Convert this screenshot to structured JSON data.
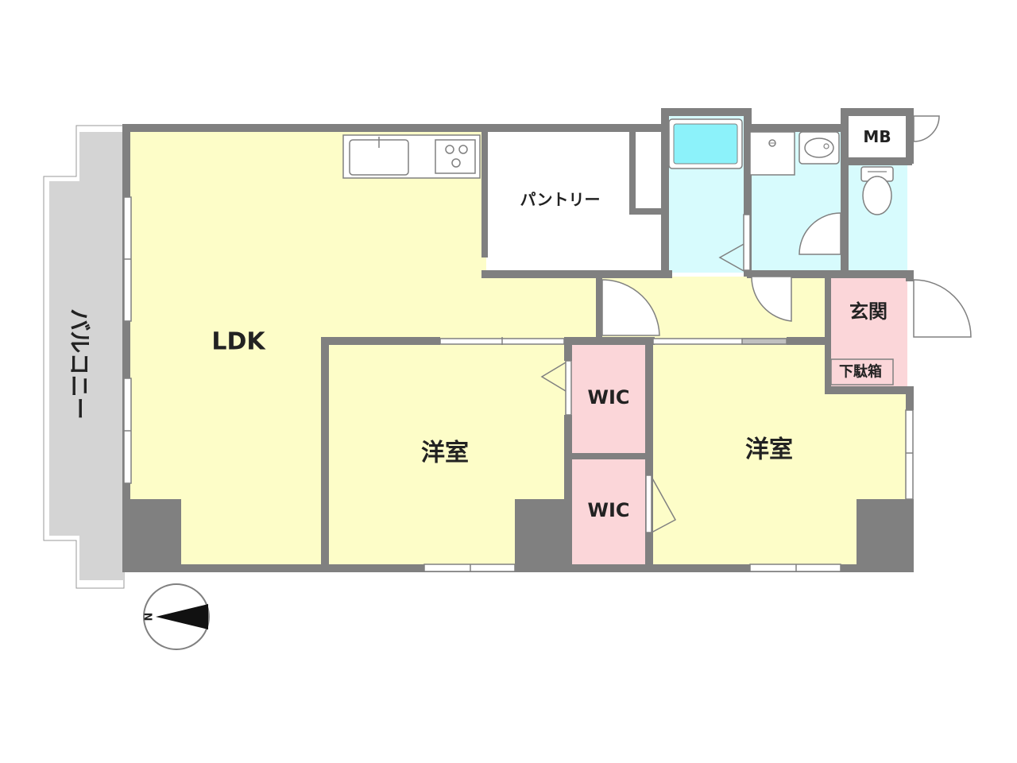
{
  "colors": {
    "wall": "#808080",
    "ldk_floor": "#fdfdc8",
    "wet_floor": "#d7fbfd",
    "closet_floor": "#fbd6d9",
    "balcony": "#d4d4d4",
    "bath_tub": "#8cf2fa",
    "white": "#ffffff"
  },
  "rooms": {
    "balcony": "バルコニー",
    "ldk": "LDK",
    "pantry": "パントリー",
    "wic_upper": "WIC",
    "wic_lower": "WIC",
    "western_room_left": "洋室",
    "western_room_right": "洋室",
    "entrance": "玄関",
    "shoe_cabinet": "下駄箱",
    "meter_box": "MB"
  },
  "compass": {
    "north_letter": "N"
  }
}
